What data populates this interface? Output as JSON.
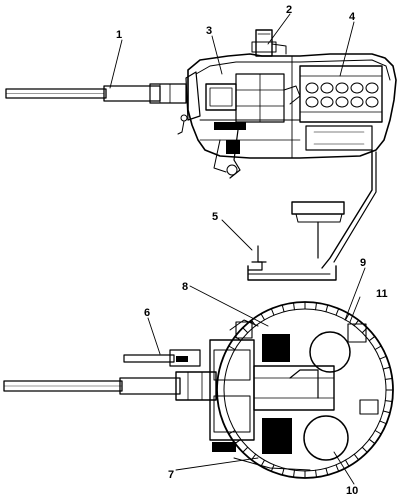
{
  "labels": {
    "l1": "1",
    "l2": "2",
    "l3": "3",
    "l4": "4",
    "l5": "5",
    "l6": "6",
    "l7": "7",
    "l8": "8",
    "l9": "9",
    "l10": "10",
    "l11": "11"
  },
  "colors": {
    "ink": "#000000",
    "paper": "#ffffff"
  }
}
